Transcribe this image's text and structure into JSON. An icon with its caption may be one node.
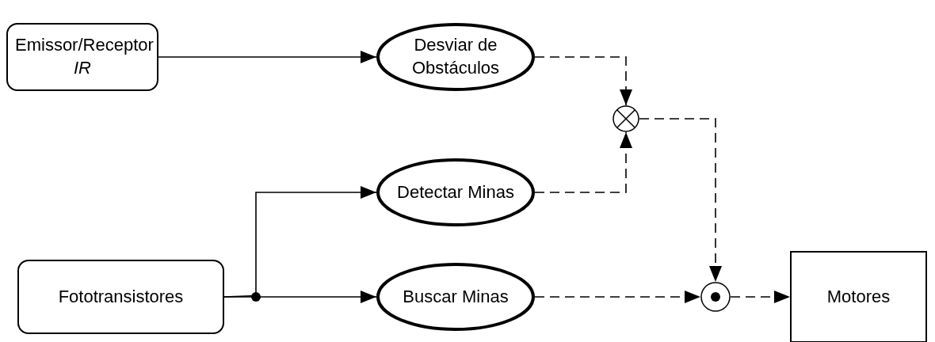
{
  "diagram": {
    "nodes": [
      {
        "text": [
          "Emissor/Receptor *IR*"
        ]
      },
      {
        "text": [
          "Desviar de Obstáculos"
        ]
      },
      {
        "text": [],
        "shape": "circle"
      },
      {
        "text": [
          "Detectar Minas"
        ]
      },
      {
        "text": [
          "Fototransistores"
        ]
      },
      {
        "text": [
          "Buscar Minas"
        ]
      },
      {
        "text": [],
        "shape": "circle"
      },
      {
        "text": [
          "Motores"
        ]
      }
    ],
    "edges": [
      {
        "from": 0,
        "to": 1,
        "arrow": "to"
      },
      {
        "from": 1,
        "to": 2,
        "arrow": "to",
        "style": "dashed"
      },
      {
        "from": 3,
        "to": 2,
        "arrow": "to",
        "style": "dashed"
      },
      {
        "from": 4,
        "to": 3,
        "arrow": "to"
      },
      {
        "from": 4,
        "to": 5,
        "arrow": "to"
      },
      {
        "from": 2,
        "to": 6,
        "arrow": "to",
        "style": "dashed"
      },
      {
        "from": 5,
        "to": 6,
        "arrow": "to",
        "style": "dashed"
      },
      {
        "from": 6,
        "to": 7,
        "arrow": "to",
        "style": "dashed"
      }
    ]
  }
}
